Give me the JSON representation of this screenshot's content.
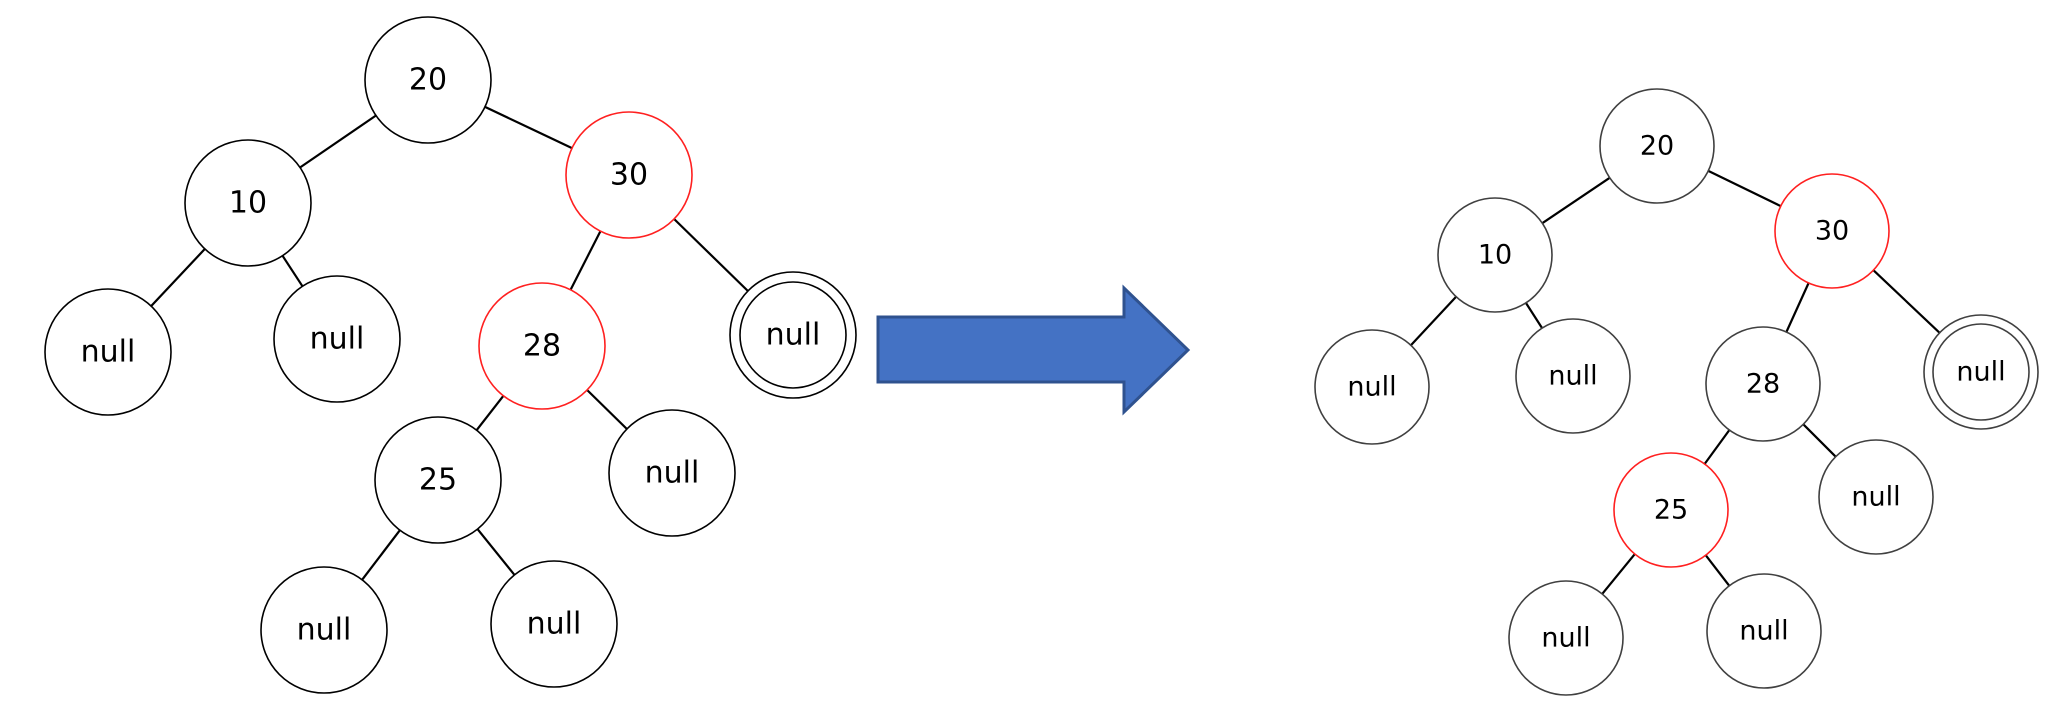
{
  "colors": {
    "black": "#000000",
    "red": "#ff2020",
    "gray": "#404040",
    "arrow_fill": "#4472c4",
    "arrow_stroke": "#2f528f"
  },
  "before_tree": {
    "nodes": {
      "n20": "20",
      "n10": "10",
      "n30": "30",
      "n10l": "null",
      "n10r": "null",
      "n28": "28",
      "n30r": "null",
      "n25": "25",
      "n28r": "null",
      "n25l": "null",
      "n25r": "null"
    }
  },
  "after_tree": {
    "nodes": {
      "n20": "20",
      "n10": "10",
      "n30": "30",
      "n10l": "null",
      "n10r": "null",
      "n28": "28",
      "n30r": "null",
      "n25": "25",
      "n28r": "null",
      "n25l": "null",
      "n25r": "null"
    }
  }
}
